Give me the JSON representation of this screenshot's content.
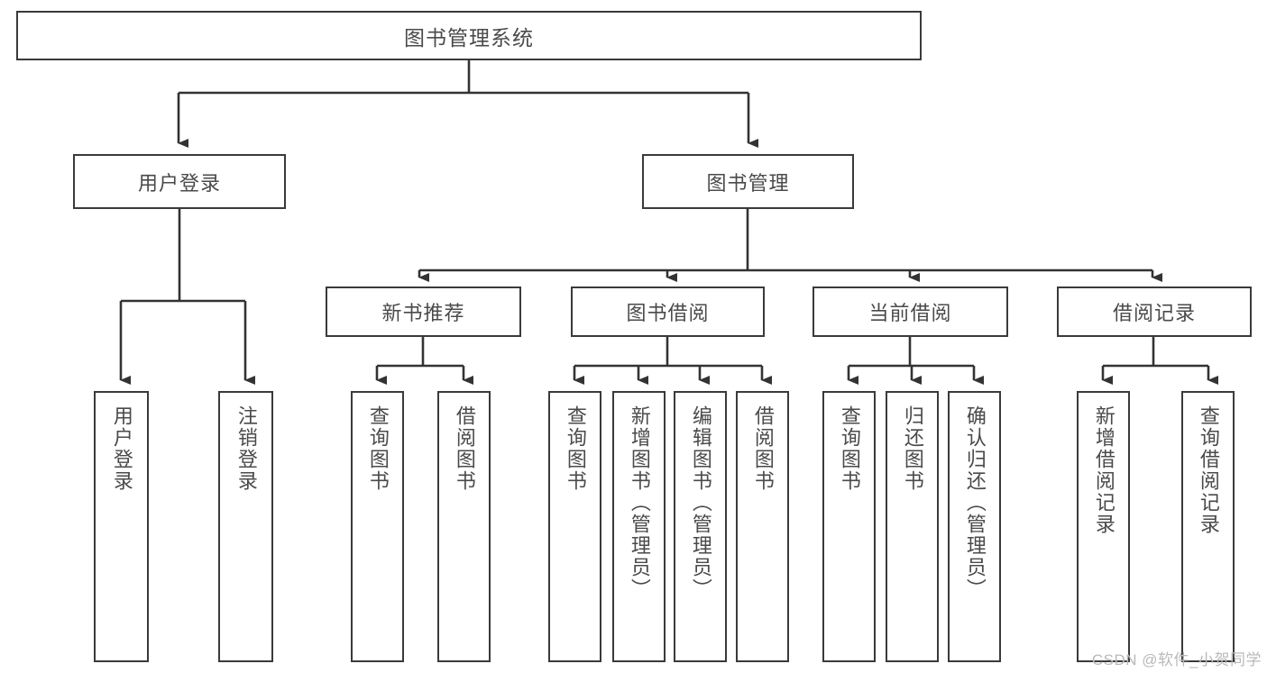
{
  "diagram": {
    "type": "tree-hierarchy",
    "title": "图书管理系统",
    "root": {
      "label": "图书管理系统"
    },
    "level2": [
      {
        "label": "用户登录"
      },
      {
        "label": "图书管理"
      }
    ],
    "level3": [
      {
        "label": "新书推荐"
      },
      {
        "label": "图书借阅"
      },
      {
        "label": "当前借阅"
      },
      {
        "label": "借阅记录"
      }
    ],
    "leaves": {
      "user_login": [
        {
          "label": "用户登录"
        },
        {
          "label": "注销登录"
        }
      ],
      "new_book_recommend": [
        {
          "label": "查询图书"
        },
        {
          "label": "借阅图书"
        }
      ],
      "book_borrow": [
        {
          "label": "查询图书"
        },
        {
          "label": "新增图书（管理员）"
        },
        {
          "label": "编辑图书（管理员）"
        },
        {
          "label": "借阅图书"
        }
      ],
      "current_borrow": [
        {
          "label": "查询图书"
        },
        {
          "label": "归还图书"
        },
        {
          "label": "确认归还（管理员）"
        }
      ],
      "borrow_record": [
        {
          "label": "新增借阅记录"
        },
        {
          "label": "查询借阅记录"
        }
      ]
    }
  },
  "watermark": {
    "text": "CSDN @软件_小贺同学"
  },
  "colors": {
    "box_border": "#3a3a3a",
    "text": "#4a4a4a",
    "wire": "#333333",
    "background": "#ffffff",
    "watermark": "#b9b9b9"
  }
}
